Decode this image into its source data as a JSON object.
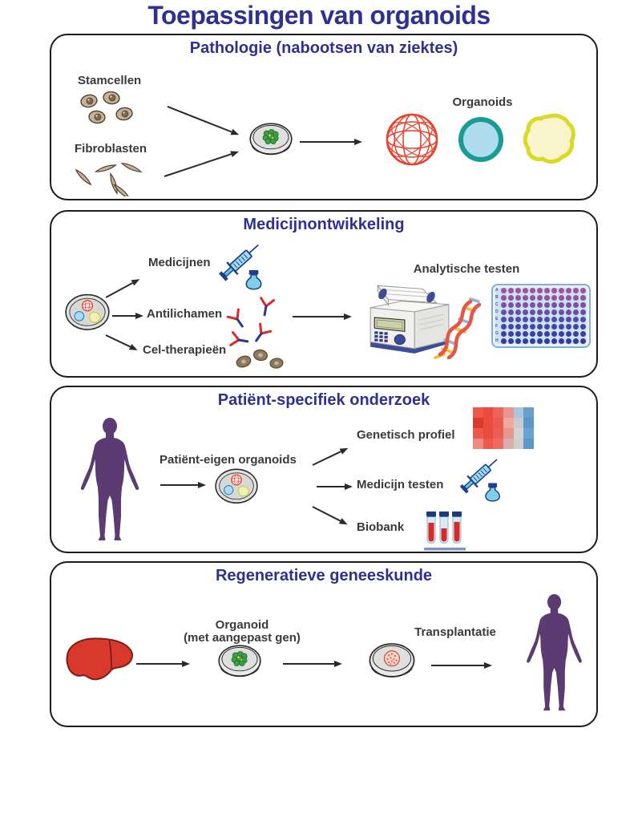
{
  "title": "Toepassingen van organoids",
  "colors": {
    "heading": "#2E3192",
    "label": "#3A3A3A",
    "arrow": "#2A2A2A",
    "panel_border": "#1B1B1B",
    "body_purple": "#5C3A72",
    "liver_red": "#D8392C",
    "mesh_red": "#E8432F",
    "organoid_blue_fill": "#AFDCEC",
    "organoid_blue_ring": "#1B9B96",
    "organoid_yellow_fill": "#FAF4CD",
    "organoid_yellow_ring": "#D9D928",
    "organoid_green": "#3BA04A"
  },
  "panels": [
    {
      "id": "pathologie",
      "header": "Pathologie (nabootsen van ziektes)",
      "labels": {
        "stamcellen": "Stamcellen",
        "fibroblasten": "Fibroblasten",
        "organoids": "Organoids"
      }
    },
    {
      "id": "medicijnontwikkeling",
      "header": "Medicijnontwikkeling",
      "labels": {
        "medicijnen": "Medicijnen",
        "antilichamen": "Antilichamen",
        "celtherapieen": "Cel-therapieën",
        "analytische_testen": "Analytische testen"
      },
      "well_plate": {
        "rows": 8,
        "cols": 12,
        "row_letters": [
          "A",
          "B",
          "C",
          "D",
          "E",
          "F",
          "G",
          "H"
        ],
        "row_colors": [
          "#A4509C",
          "#95509F",
          "#7F4FA3",
          "#6A4DA6",
          "#564AA7",
          "#4846A4",
          "#403FA0",
          "#38399B"
        ]
      }
    },
    {
      "id": "patient-specifiek",
      "header": "Patiënt-specifiek onderzoek",
      "labels": {
        "patient_eigen": "Patiënt-eigen organoids",
        "genetisch_profiel": "Genetisch profiel",
        "medicijn_testen": "Medicijn testen",
        "biobank": "Biobank"
      },
      "heatmap": {
        "rows": 4,
        "cols": 6,
        "colors": [
          [
            "#EC5A4E",
            "#EA4B3E",
            "#ED6458",
            "#E9958D",
            "#A9C6DF",
            "#6B9DCB"
          ],
          [
            "#D93A2B",
            "#EA4B3E",
            "#EC5A4E",
            "#EFA8A2",
            "#C9CBCE",
            "#5D96C8"
          ],
          [
            "#EC5A4E",
            "#E84C3D",
            "#ED5E52",
            "#E8968E",
            "#D3D3D3",
            "#6BA3D2"
          ],
          [
            "#F08A80",
            "#EC5A4E",
            "#EE6B5E",
            "#D8AFAC",
            "#CFCFCF",
            "#5D96C8"
          ]
        ]
      }
    },
    {
      "id": "regeneratief",
      "header": "Regeneratieve geneeskunde",
      "labels": {
        "organoid_line1": "Organoid",
        "organoid_line2": "(met aangepast gen)",
        "transplantatie": "Transplantatie"
      }
    }
  ],
  "icons": {
    "stem_cells": "tan round cells with brown nucleus",
    "fibroblasts": "tan spindle-shaped cells",
    "petri_dish_green": "petri dish with green organoid cluster",
    "organoid_mesh": "red mesh organoid sphere",
    "organoid_cyst": "blue cystic organoid",
    "organoid_blob": "yellow irregular organoid",
    "petri_dish_mixed": "petri dish with red, blue and yellow organoids",
    "syringe_vial": "syringe with medicine vial",
    "antibodies": "Y-shaped antibodies",
    "therapy_cells": "brown therapy cells",
    "pcr_machine": "PCR thermocycler",
    "dna_helix": "DNA helix",
    "well_plate": "96-well assay plate",
    "human_body": "purple human silhouette",
    "heatmap": "gene expression heatmap",
    "test_tubes": "biobank blood tubes",
    "liver": "red liver organ",
    "petri_dish_red": "petri dish with transplant organoid"
  }
}
